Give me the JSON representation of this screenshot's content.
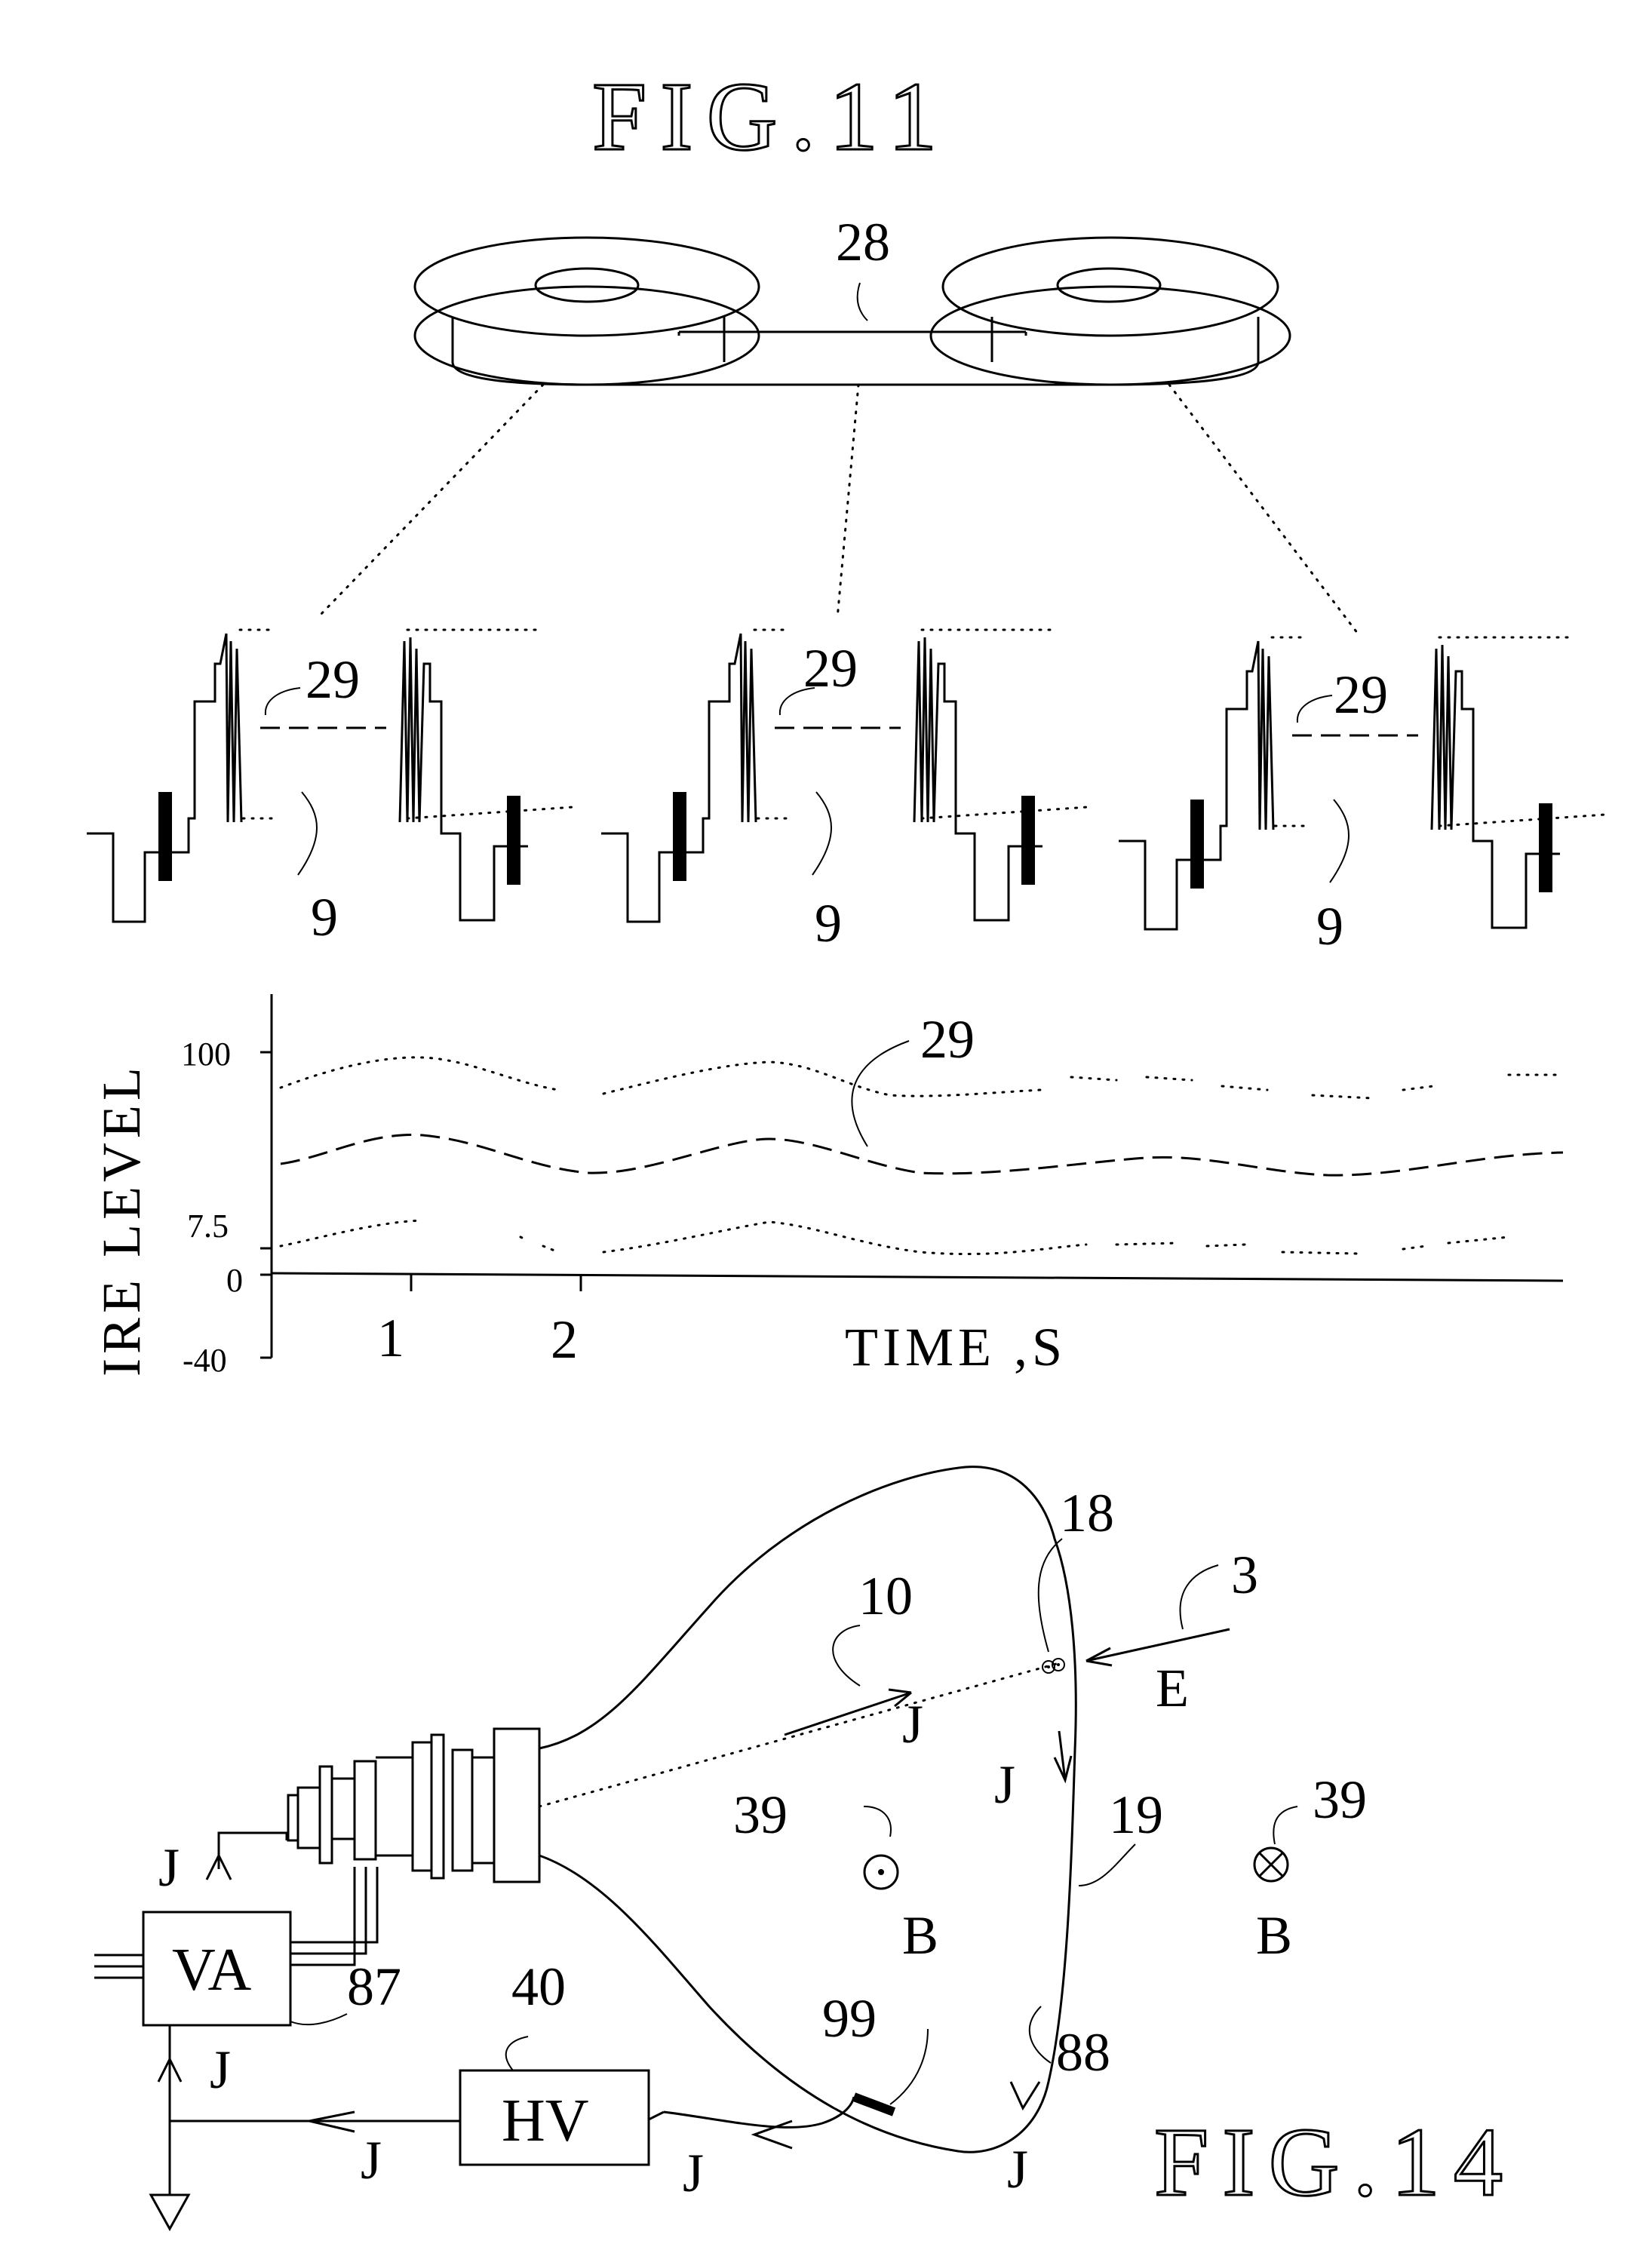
{
  "fig11": {
    "title": "FIG.11",
    "tape_ref": "28",
    "signal_refs": [
      "29",
      "29",
      "29"
    ],
    "pulse_refs": [
      "9",
      "9",
      "9"
    ]
  },
  "graph": {
    "ylabel": "IRE LEVEL",
    "xlabel": "TIME ,S",
    "y_ticks": [
      "100",
      "7.5",
      "0",
      "-40"
    ],
    "x_ticks": [
      "1",
      "2"
    ],
    "curve_ref": "29"
  },
  "chart_data": {
    "type": "line",
    "xlabel": "TIME ,S",
    "ylabel": "IRE LEVEL",
    "y_ticks": [
      100,
      7.5,
      0,
      -40
    ],
    "x_ticks": [
      1,
      2
    ]
  },
  "fig14": {
    "title": "FIG.14",
    "labels": {
      "r18": "18",
      "r3": "3",
      "r10": "10",
      "r19": "19",
      "r39a": "39",
      "r39b": "39",
      "r87": "87",
      "r40": "40",
      "r99": "99",
      "r88": "88",
      "E": "E",
      "Ba": "B",
      "Bb": "B",
      "J1": "J",
      "J2": "J",
      "J3": "J",
      "J4": "J",
      "J5": "J",
      "J6": "J",
      "J7": "J"
    },
    "boxes": {
      "va": "VA",
      "hv": "HV"
    }
  }
}
